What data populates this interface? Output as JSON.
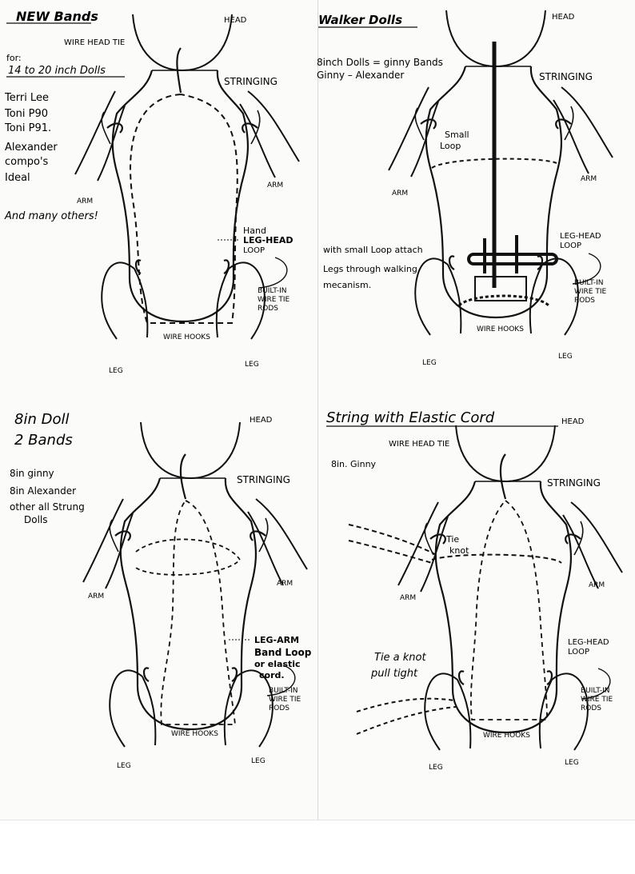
{
  "panels": [
    {
      "title": "NEW Bands",
      "head": "HEAD",
      "wire_head_tie": "WIRE HEAD TIE",
      "stringing": "STRINGING",
      "notes": [
        "for:",
        "14 to 20 inch Dolls",
        "Terri Lee",
        "Toni P90",
        "Toni P91.",
        "Alexander",
        "compo's",
        "Ideal",
        "And many others!"
      ],
      "arm_left": "ARM",
      "arm_right": "ARM",
      "loop_label": [
        "Hand",
        "LEG-HEAD",
        "LOOP"
      ],
      "built_in": [
        "BUILT-IN",
        "WIRE TIE",
        "RODS"
      ],
      "wire_hooks": "WIRE HOOKS",
      "leg_left": "LEG",
      "leg_right": "LEG"
    },
    {
      "title": "Walker Dolls",
      "head": "HEAD",
      "stringing": "STRINGING",
      "notes": [
        "8inch Dolls = ginny Bands",
        "Ginny – Alexander"
      ],
      "small_loop": [
        "Small",
        "Loop"
      ],
      "arm_left": "ARM",
      "arm_right": "ARM",
      "attach_note": [
        "with small Loop attach",
        "Legs through walking",
        "mecanism."
      ],
      "loop_label": [
        "LEG-HEAD",
        "LOOP"
      ],
      "built_in": [
        "BUILT-IN",
        "WIRE TIE",
        "RODS"
      ],
      "wire_hooks": "WIRE HOOKS",
      "leg_left": "LEG",
      "leg_right": "LEG"
    },
    {
      "title": [
        "8in Doll",
        "2 Bands"
      ],
      "head": "HEAD",
      "stringing": "STRINGING",
      "notes": [
        "8in ginny",
        "8in Alexander",
        "other all Strung",
        "Dolls"
      ],
      "arm_left": "ARM",
      "arm_right": "ARM",
      "loop_label": [
        "LEG-ARM",
        "Band Loop",
        "or elastic",
        "cord."
      ],
      "built_in": [
        "BUILT-IN",
        "WIRE TIE",
        "RODS"
      ],
      "wire_hooks": "WIRE HOOKS",
      "leg_left": "LEG",
      "leg_right": "LEG"
    },
    {
      "title": "String with Elastic Cord",
      "head": "HEAD",
      "wire_head_tie": "WIRE HEAD TIE",
      "stringing": "STRINGING",
      "notes": [
        "8in. Ginny"
      ],
      "tie_knot": [
        "Tie",
        "knot"
      ],
      "arm_left": "ARM",
      "arm_right": "ARM",
      "pull_note": [
        "Tie a knot",
        "pull tight"
      ],
      "loop_label": [
        "LEG-HEAD",
        "LOOP"
      ],
      "built_in": [
        "BUILT-IN",
        "WIRE TIE",
        "RODS"
      ],
      "wire_hooks": "WIRE HOOKS",
      "leg_left": "LEG",
      "leg_right": "LEG"
    }
  ]
}
